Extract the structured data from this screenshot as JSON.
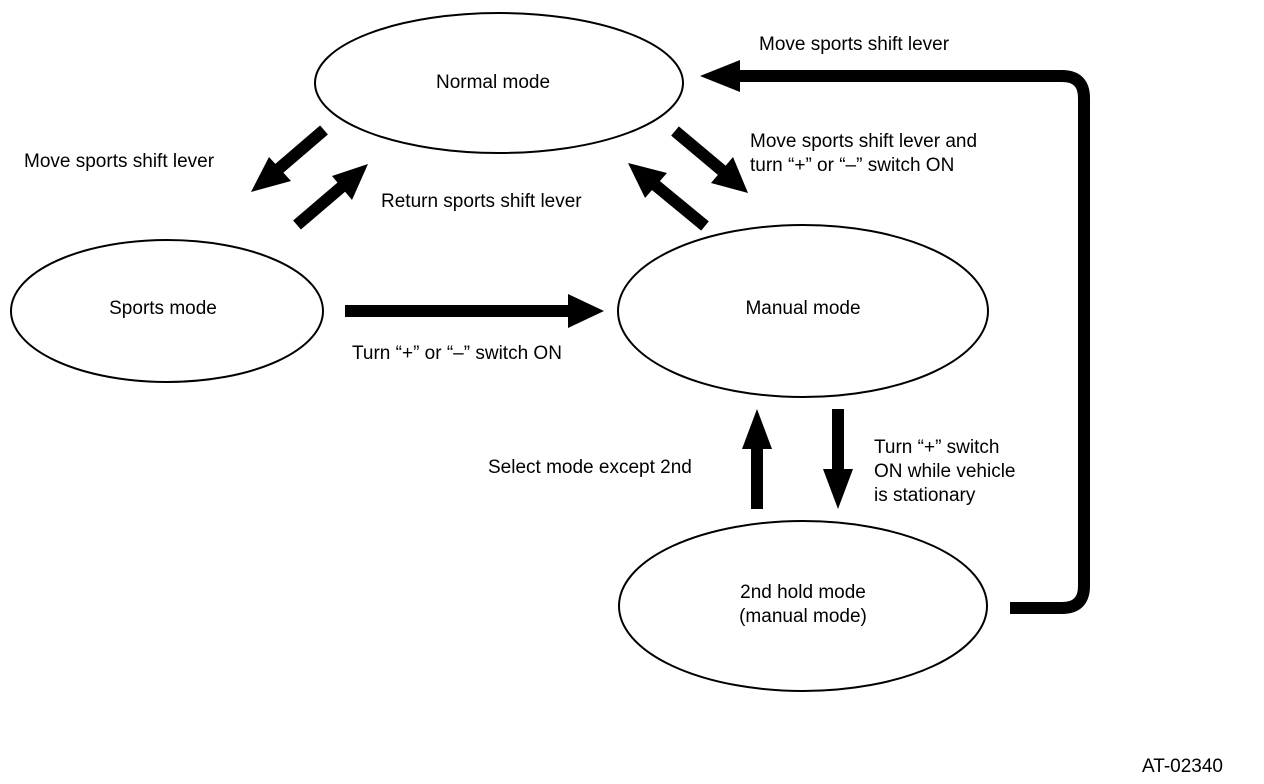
{
  "diagram": {
    "type": "state-transition",
    "figure_id": "AT-02340",
    "colors": {
      "stroke": "#000000",
      "background": "#ffffff"
    },
    "nodes": [
      {
        "id": "normal",
        "label": "Normal mode"
      },
      {
        "id": "sports",
        "label": "Sports mode"
      },
      {
        "id": "manual",
        "label": "Manual mode"
      },
      {
        "id": "hold2",
        "label": "2nd hold mode\n(manual mode)"
      }
    ],
    "edges": [
      {
        "from": "normal",
        "to": "sports",
        "label": "Move sports shift lever"
      },
      {
        "from": "sports",
        "to": "normal",
        "label": "Return sports shift lever"
      },
      {
        "from": "normal",
        "to": "manual",
        "label": "Move sports shift lever and\nturn “+” or “–” switch ON"
      },
      {
        "from": "manual",
        "to": "normal",
        "label": ""
      },
      {
        "from": "sports",
        "to": "manual",
        "label": "Turn “+” or “–” switch ON"
      },
      {
        "from": "manual",
        "to": "hold2",
        "label": "Turn “+” switch\nON while vehicle\nis stationary"
      },
      {
        "from": "hold2",
        "to": "manual",
        "label": "Select mode except 2nd"
      },
      {
        "from": "hold2",
        "to": "normal",
        "label": "Move sports shift lever"
      }
    ]
  }
}
